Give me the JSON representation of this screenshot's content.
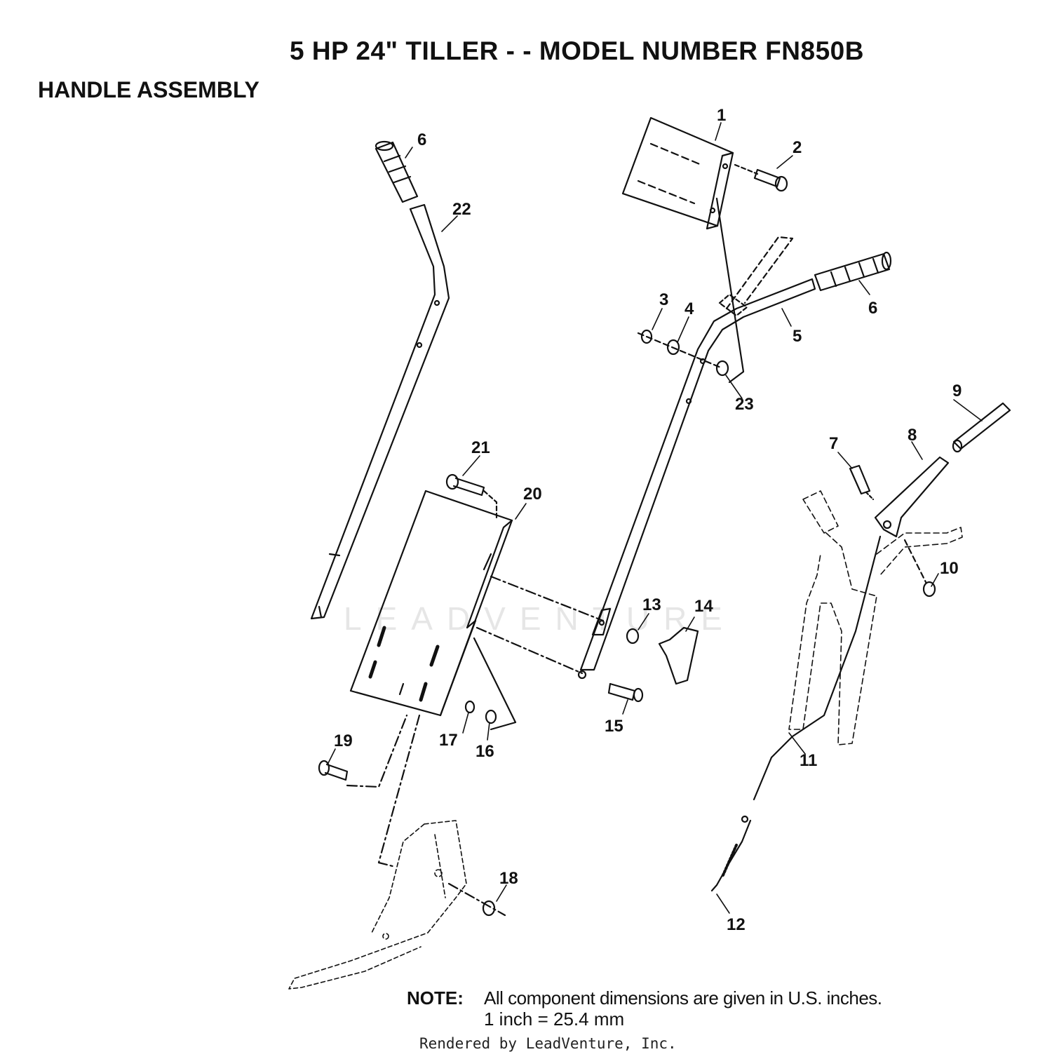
{
  "title": "5 HP 24\" TILLER - - MODEL NUMBER FN850B",
  "subtitle": "HANDLE ASSEMBLY",
  "callouts": [
    "1",
    "2",
    "3",
    "4",
    "5",
    "6",
    "6",
    "7",
    "8",
    "9",
    "10",
    "11",
    "12",
    "13",
    "14",
    "15",
    "16",
    "17",
    "18",
    "19",
    "20",
    "21",
    "22",
    "23"
  ],
  "note": {
    "label": "NOTE:",
    "line1": "All component dimensions are given in U.S. inches.",
    "line2": "1 inch = 25.4 mm"
  },
  "credit": "Rendered by LeadVenture, Inc.",
  "watermark": "LEADVENTURE"
}
